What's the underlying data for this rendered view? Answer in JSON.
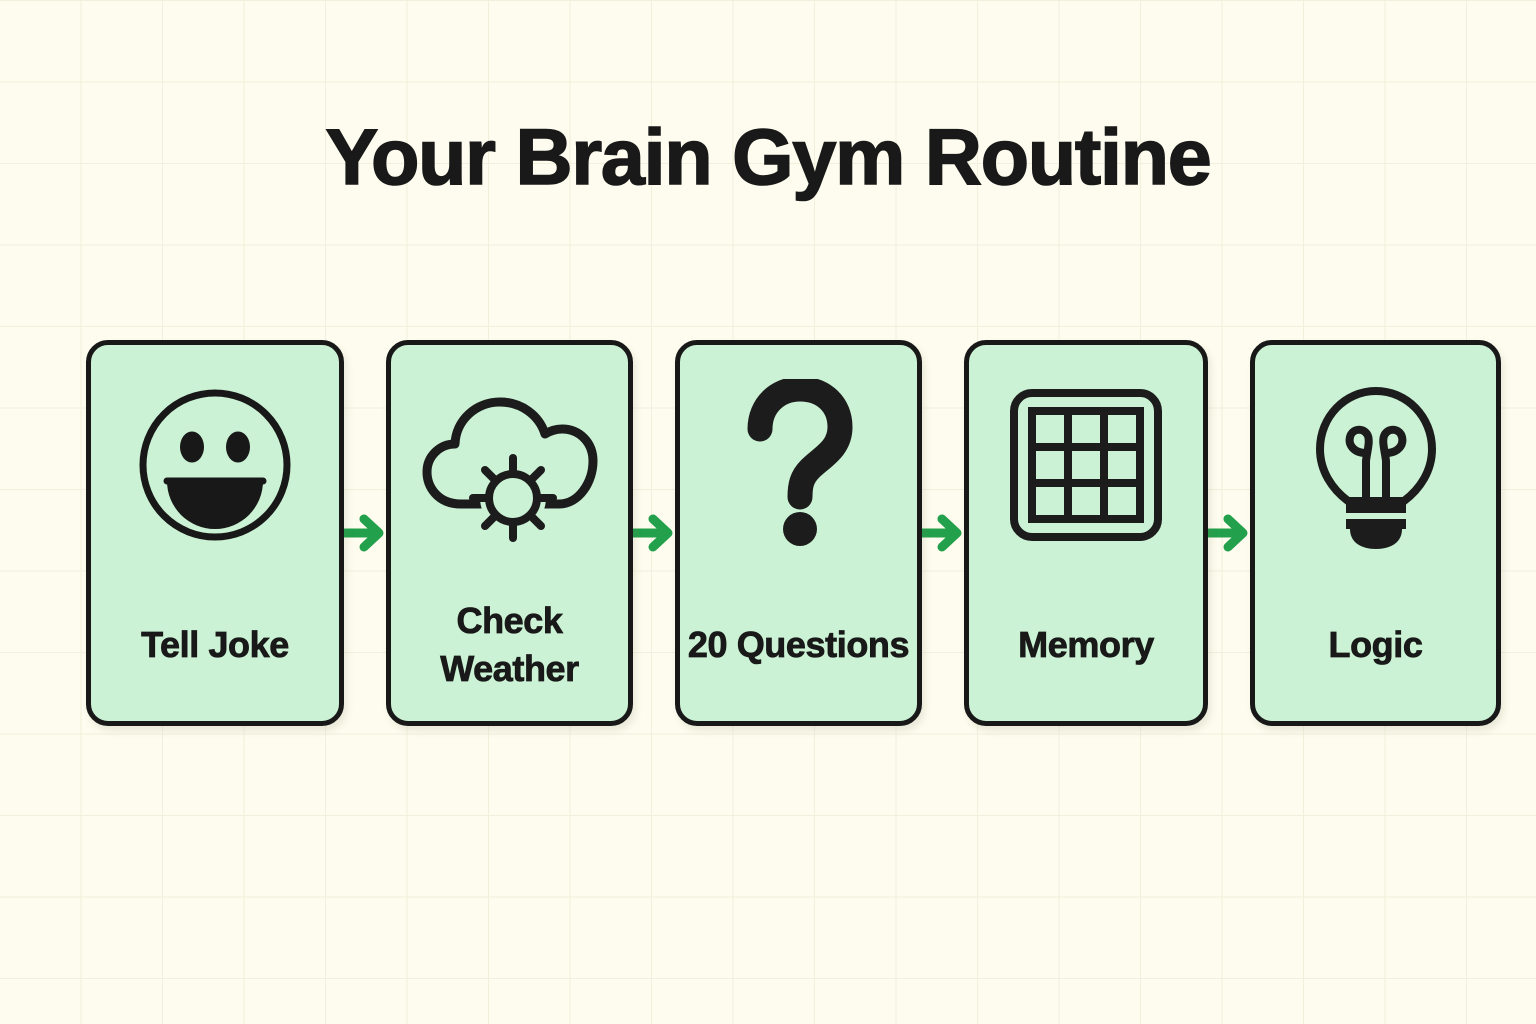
{
  "page": {
    "title": "Your Brain Gym Routine",
    "background_color": "#FDFCEE",
    "grid_line_color": "#F1F0DC",
    "card_fill_color": "#CBF2D4",
    "card_border_color": "#181818",
    "arrow_color": "#22A04B",
    "text_color": "#191919"
  },
  "flow": {
    "steps": [
      {
        "label": "Tell Joke",
        "icon": "smiley-face-icon",
        "lines": [
          "Tell",
          "Joke"
        ]
      },
      {
        "label": "Check Weather",
        "icon": "cloud-sun-icon",
        "lines": [
          "Check",
          "Weather"
        ]
      },
      {
        "label": "20 Questions",
        "icon": "question-mark-icon",
        "lines": [
          "20",
          "Questions"
        ]
      },
      {
        "label": "Memory",
        "icon": "grid-3x3-icon",
        "lines": [
          "Memory"
        ]
      },
      {
        "label": "Logic",
        "icon": "lightbulb-icon",
        "lines": [
          "Logic"
        ]
      }
    ],
    "connectors": [
      {
        "icon": "arrow-right-icon"
      },
      {
        "icon": "arrow-right-icon"
      },
      {
        "icon": "arrow-right-icon"
      },
      {
        "icon": "arrow-right-icon"
      }
    ]
  }
}
